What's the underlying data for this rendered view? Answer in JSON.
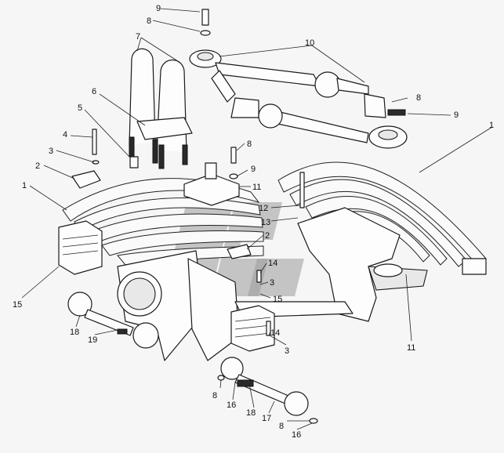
{
  "labels": [
    {
      "text": "9"
    },
    {
      "text": "8"
    },
    {
      "text": "7"
    },
    {
      "text": "10"
    },
    {
      "text": "6"
    },
    {
      "text": "5"
    },
    {
      "text": "8"
    },
    {
      "text": "9"
    },
    {
      "text": "4"
    },
    {
      "text": "3"
    },
    {
      "text": "8"
    },
    {
      "text": "2"
    },
    {
      "text": "9"
    },
    {
      "text": "1"
    },
    {
      "text": "11"
    },
    {
      "text": "1"
    },
    {
      "text": "12"
    },
    {
      "text": "13"
    },
    {
      "text": "2"
    },
    {
      "text": "14"
    },
    {
      "text": "3"
    },
    {
      "text": "15"
    },
    {
      "text": "15"
    },
    {
      "text": "18"
    },
    {
      "text": "19"
    },
    {
      "text": "14"
    },
    {
      "text": "3"
    },
    {
      "text": "11"
    },
    {
      "text": "8"
    },
    {
      "text": "16"
    },
    {
      "text": "18"
    },
    {
      "text": "17"
    },
    {
      "text": "8"
    },
    {
      "text": "16"
    }
  ]
}
